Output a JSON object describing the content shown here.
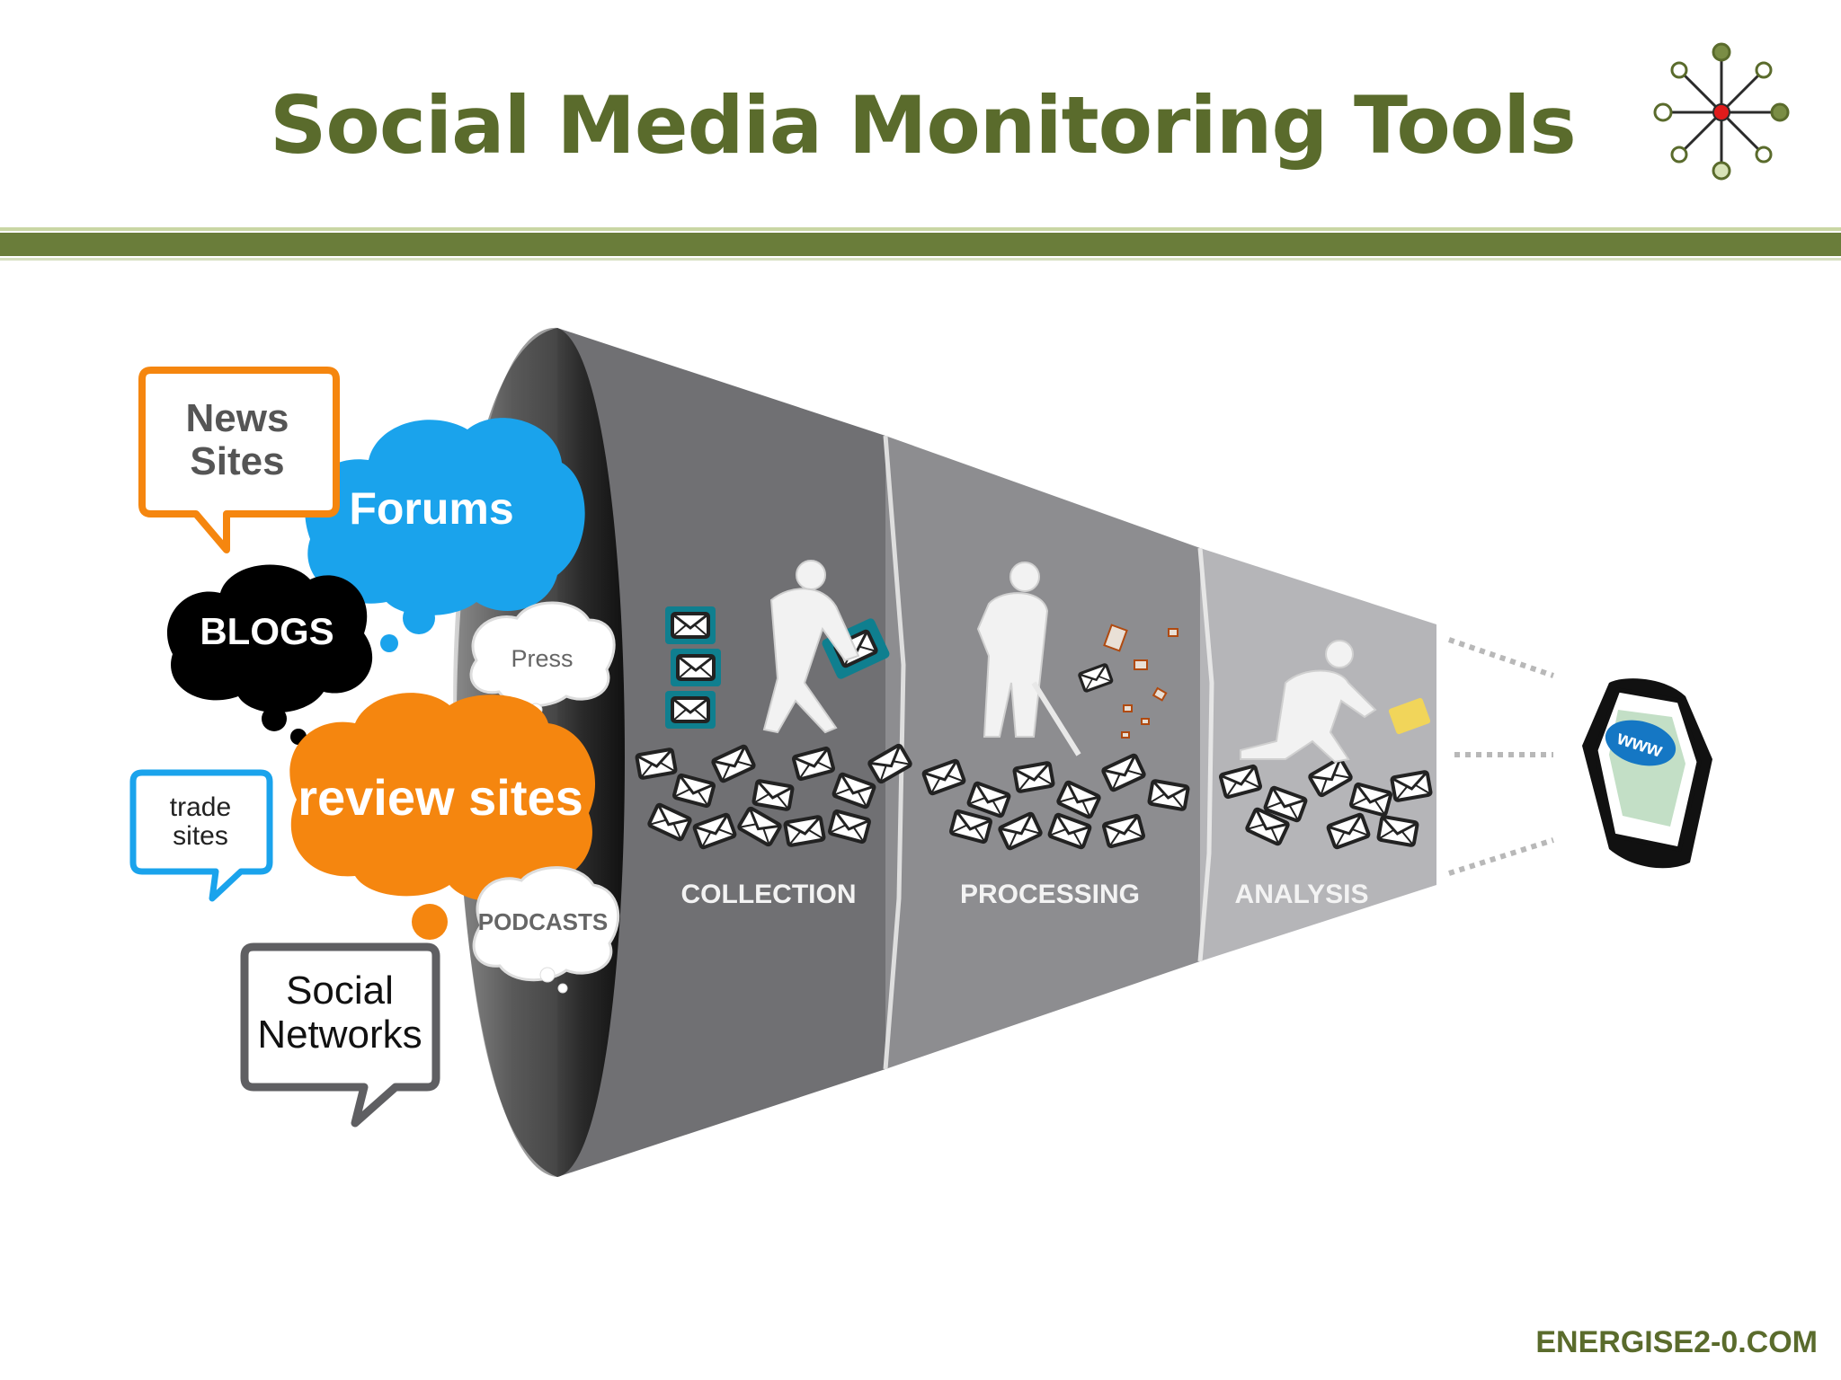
{
  "title": "Social Media Monitoring Tools",
  "footer": "ENERGISE2-0.COM",
  "sources": {
    "news_sites": [
      "News",
      "Sites"
    ],
    "forums": "Forums",
    "blogs": "BLOGS",
    "press": "Press",
    "review_sites": "review sites",
    "podcasts": "PODCASTS",
    "trade_sites": [
      "trade",
      "sites"
    ],
    "social_networks": [
      "Social",
      "Networks"
    ]
  },
  "stages": [
    "COLLECTION",
    "PROCESSING",
    "ANALYSIS"
  ],
  "output_label": "www",
  "colors": {
    "title_green": "#5a6b2c",
    "rule_green": "#6a7d3a",
    "orange": "#f5860f",
    "blue": "#1aa3ec",
    "black": "#000000",
    "funnel_dark": "#6f6f72",
    "funnel_mid": "#8f8f92",
    "funnel_light": "#b6b6b9"
  },
  "icons": [
    "network-logo-icon",
    "envelope-icon",
    "worker-icon",
    "screen-icon"
  ]
}
